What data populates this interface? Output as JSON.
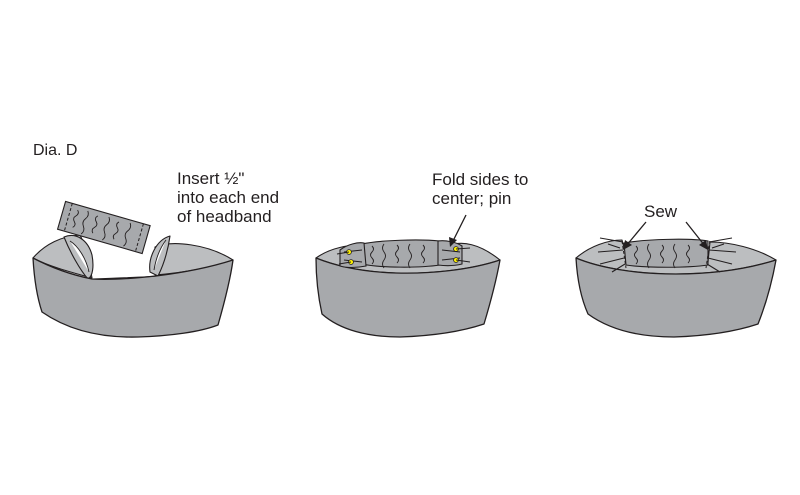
{
  "figure": {
    "label": "Dia. D",
    "steps": [
      {
        "note_lines": [
          "Insert ½\"",
          "into each end",
          "of headband"
        ]
      },
      {
        "note_lines": [
          "Fold sides to",
          "center; pin"
        ]
      },
      {
        "note_lines": [
          "Sew"
        ]
      }
    ]
  },
  "colors": {
    "fabric": "#a7a9ac",
    "inner_fabric": "#bcbec0",
    "outline": "#231f20",
    "pin_heads": "#fff200"
  }
}
